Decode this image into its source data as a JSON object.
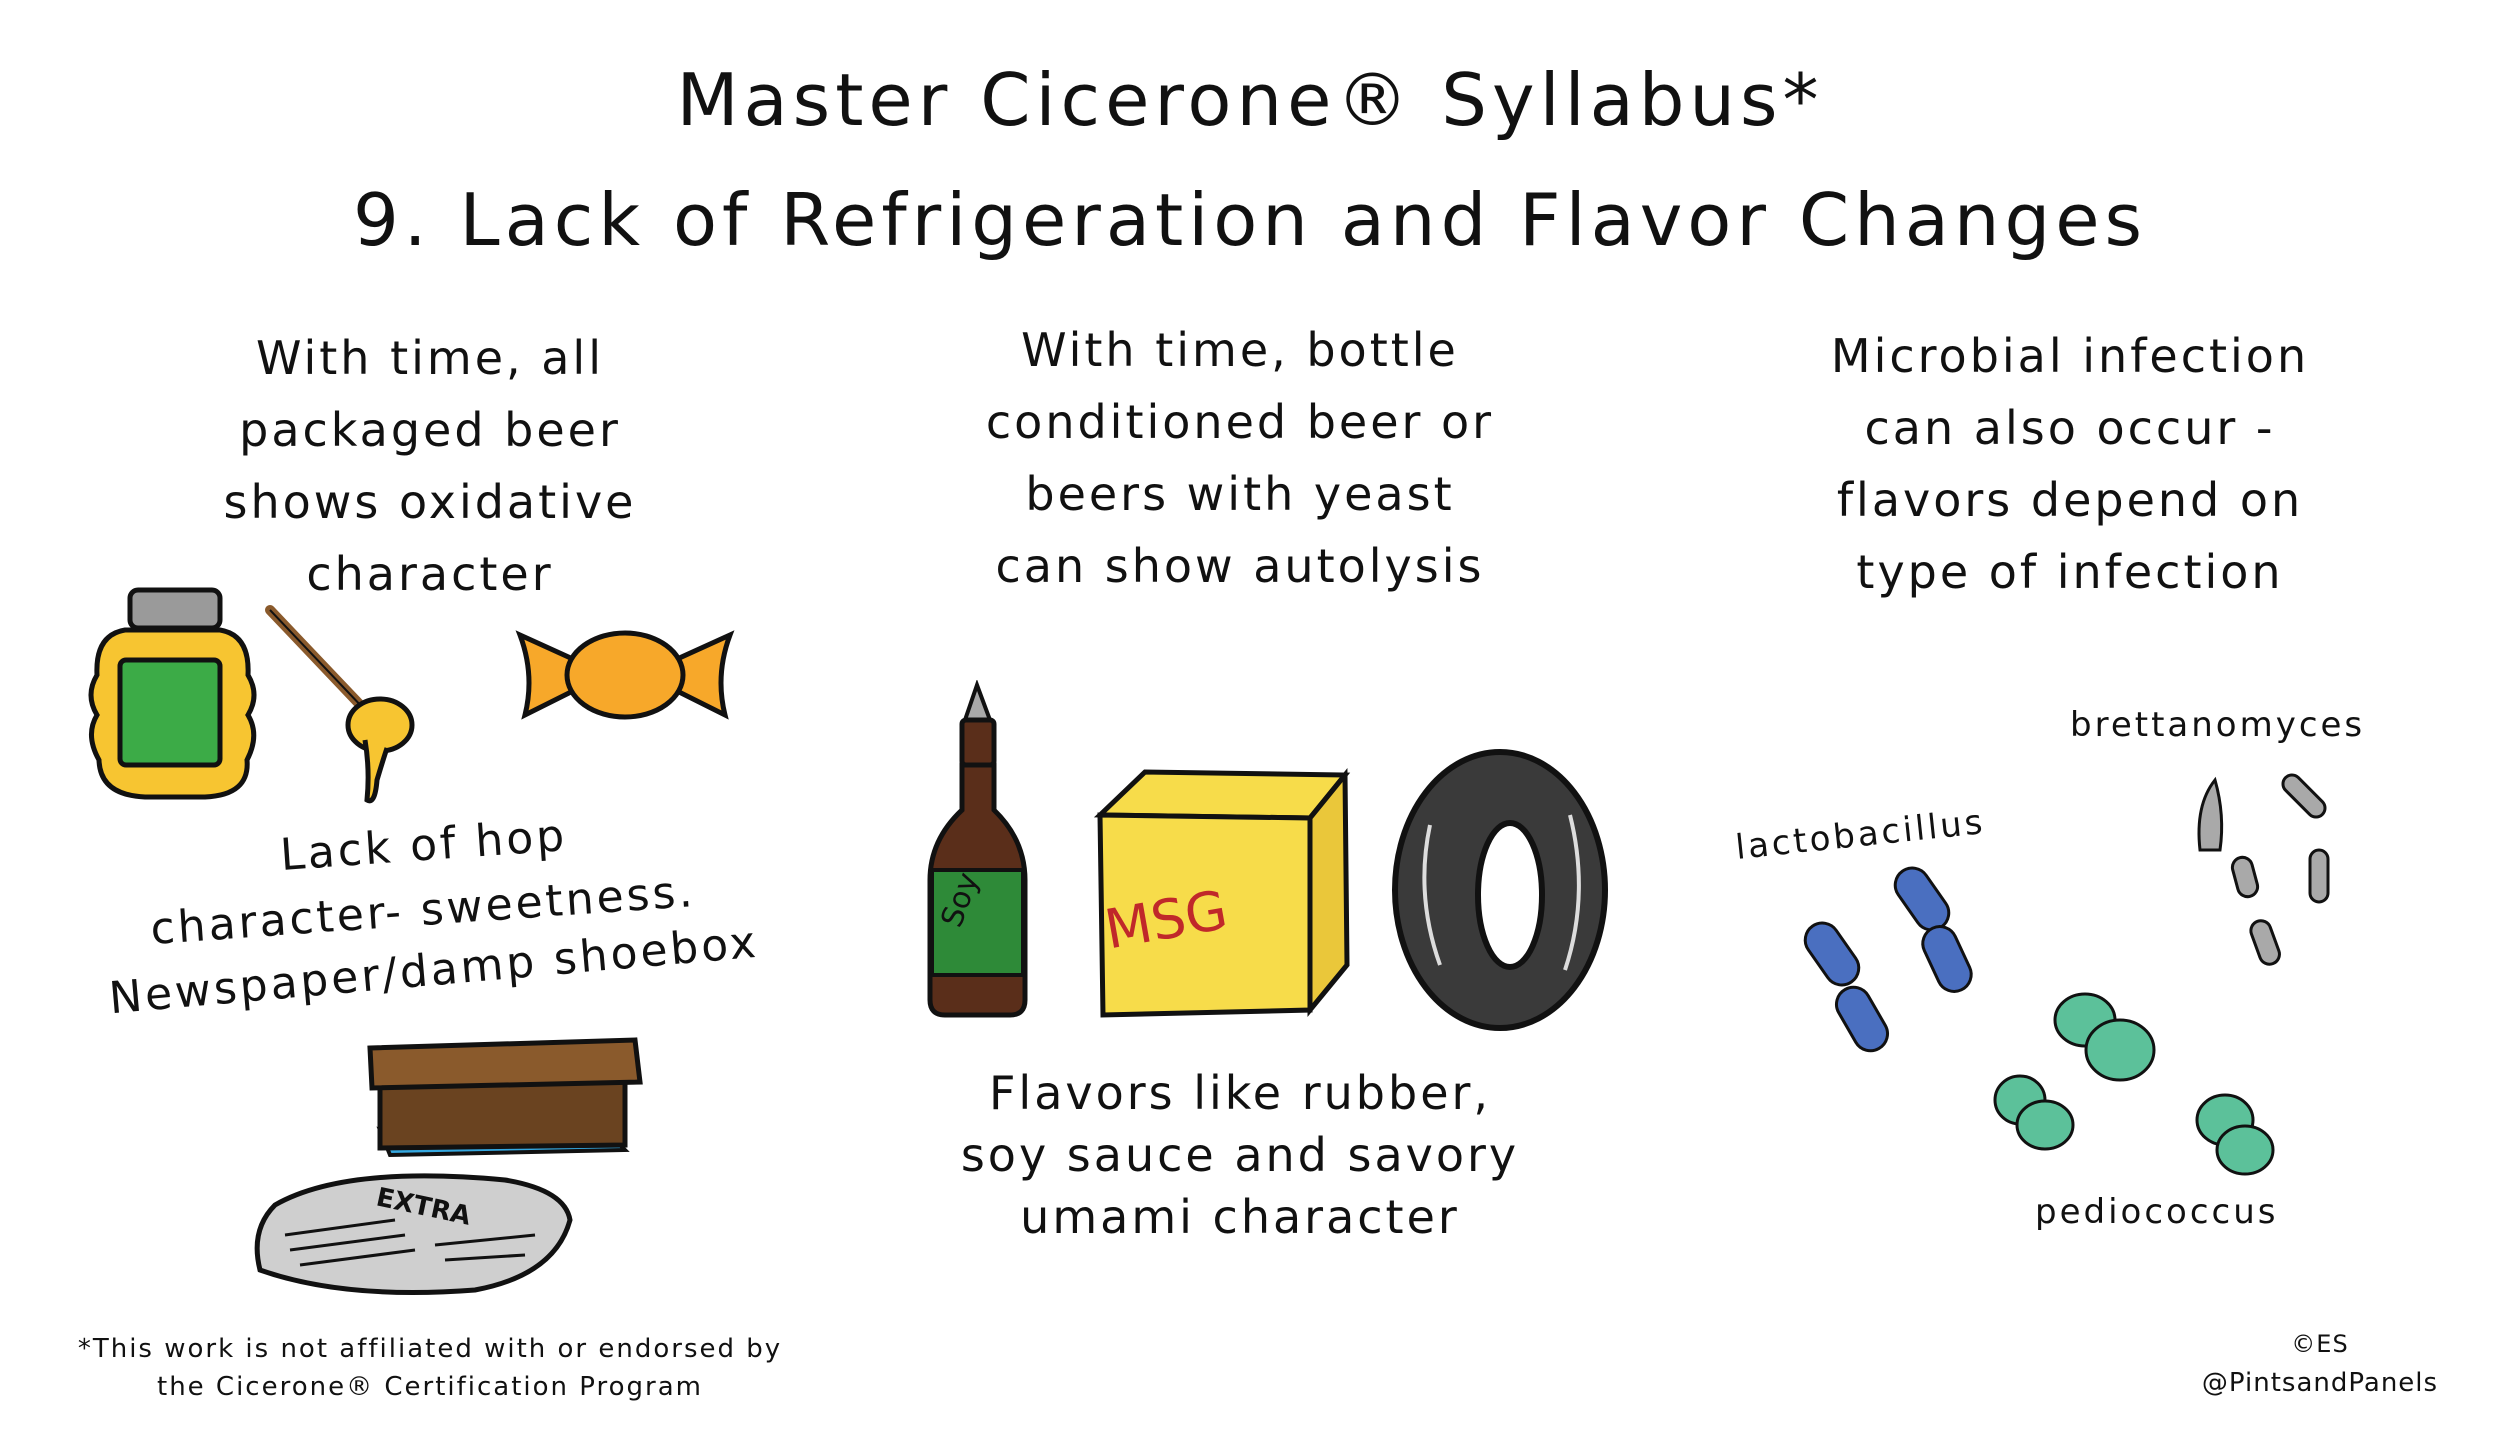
{
  "title": {
    "line1": "Master Cicerone® Syllabus*",
    "line2": "9. Lack of Refrigeration and Flavor Changes"
  },
  "columns": {
    "oxidation": {
      "intro": [
        "With time, all",
        "packaged beer",
        "shows oxidative",
        "character"
      ],
      "note": [
        "Lack of hop",
        "character- sweetness.",
        "Newspaper/damp shoebox"
      ],
      "newspaper_text": "EXTRA"
    },
    "autolysis": {
      "intro": [
        "With time, bottle",
        "conditioned beer or",
        "beers with yeast",
        "can show autolysis"
      ],
      "note": [
        "Flavors like rubber,",
        "soy sauce and savory",
        "umami character"
      ],
      "soy_label": "Soy",
      "msg_label": "MSG"
    },
    "infection": {
      "intro": [
        "Microbial infection",
        "can also occur -",
        "flavors depend on",
        "type of infection"
      ],
      "labels": {
        "lactobacillus": "lactobacillus",
        "brettanomyces": "brettanomyces",
        "pediococcus": "pediococcus"
      }
    }
  },
  "footnote": [
    "*This work is not affiliated with or endorsed by",
    "the Cicerone® Certification Program"
  ],
  "credit": {
    "copyright": "©ES",
    "handle": "@PintsandPanels"
  },
  "colors": {
    "honey": "#f7c531",
    "jar_label": "#3cab47",
    "candy": "#f7a82a",
    "bottle": "#5a2e1a",
    "soy_label_bg": "#2e8a38",
    "msg_box": "#f7dc4a",
    "msg_text": "#c0282a",
    "tire": "#3a3a3a",
    "shoebox": "#8a5a2c",
    "water": "#35a8e0",
    "newspaper": "#cfcfcf",
    "lactobacillus": "#4a6fc0",
    "brettanomyces": "#a9a9a9",
    "pediococcus": "#5cc19a"
  }
}
